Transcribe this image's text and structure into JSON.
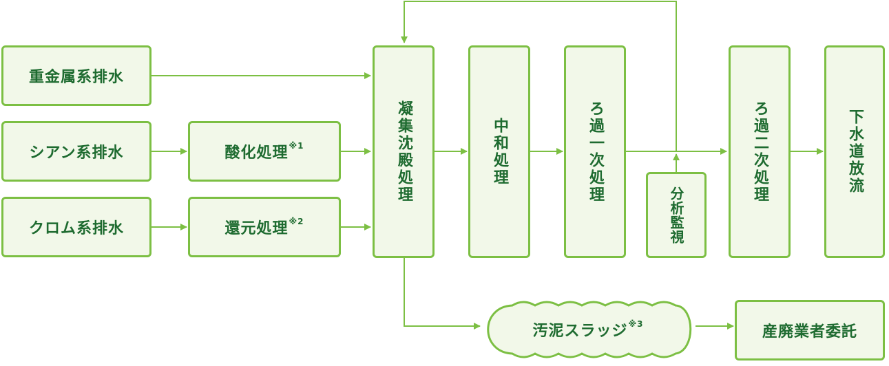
{
  "colors": {
    "stroke": "#7cbf43",
    "fill": "#f2f8e9",
    "text": "#1e6b30"
  },
  "inputs": {
    "heavy_metal": "重金属系排水",
    "cyanide": "シアン系排水",
    "chromium": "クロム系排水"
  },
  "pretreatment": {
    "acid": "酸化処理",
    "acid_note": "※1",
    "reduction": "還元処理",
    "reduction_note": "※2"
  },
  "process": {
    "coagulation": "凝集沈殿処理",
    "neutralization": "中和処理",
    "primary_filtration": "ろ過一次処理",
    "analysis": "分析監視",
    "secondary_filtration": "ろ過二次処理",
    "discharge": "下水道放流"
  },
  "sludge": {
    "label": "汚泥スラッジ",
    "note": "※3",
    "outsourcing": "産廃業者委託"
  }
}
